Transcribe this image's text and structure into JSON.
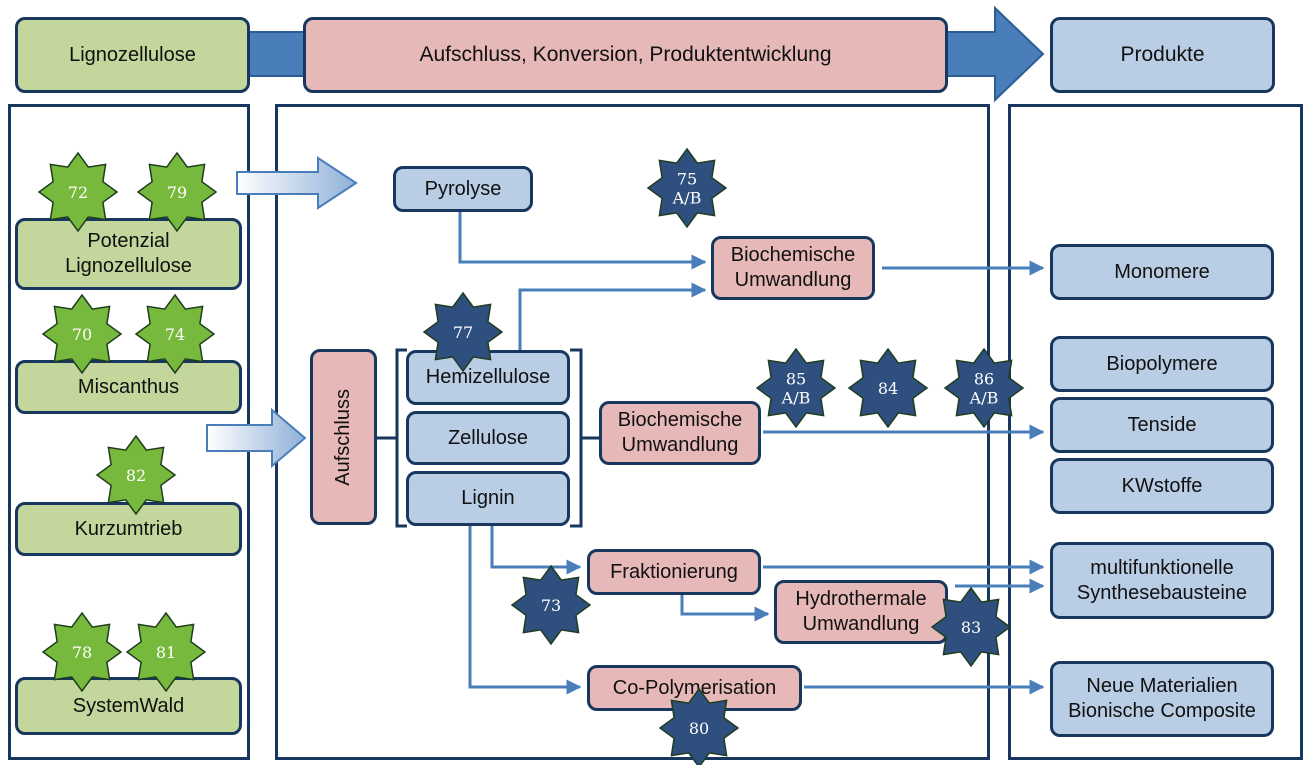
{
  "header": {
    "left": "Lignozellulose",
    "center": "Aufschluss, Konversion, Produktentwicklung",
    "right": "Produkte"
  },
  "sources": [
    {
      "label": "Potenzial\nLignozellulose",
      "badges": [
        "72",
        "79"
      ]
    },
    {
      "label": "Miscanthus",
      "badges": [
        "70",
        "74"
      ]
    },
    {
      "label": "Kurzumtrieb",
      "badges": [
        "82"
      ]
    },
    {
      "label": "SystemWald",
      "badges": [
        "78",
        "81"
      ]
    }
  ],
  "process": {
    "pyrolyse": "Pyrolyse",
    "aufschluss": "Aufschluss",
    "hemizellulose": "Hemizellulose",
    "zellulose": "Zellulose",
    "lignin": "Lignin",
    "biochem_top": "Biochemische\nUmwandlung",
    "biochem_mid": "Biochemische\nUmwandlung",
    "fraktionierung": "Fraktionierung",
    "hydrothermale": "Hydrothermale\nUmwandlung",
    "copolymerisation": "Co-Polymerisation"
  },
  "badges": {
    "b75": "75\nA/B",
    "b77": "77",
    "b85": "85\nA/B",
    "b84": "84",
    "b86": "86\nA/B",
    "b73": "73",
    "b83": "83",
    "b80": "80"
  },
  "products": {
    "monomere": "Monomere",
    "biopolymere": "Biopolymere",
    "tenside": "Tenside",
    "kwstoffe": "KWstoffe",
    "multifunktionelle": "multifunktionelle\nSynthesebausteine",
    "neue": "Neue Materialien\nBionische Composite"
  },
  "colors": {
    "source_green": "#c3d69b",
    "star_green": "#77b93c",
    "process_pink": "#e6b9b8",
    "box_blue": "#b9cde5",
    "arrow_blue": "#4a7ebb",
    "star_navy": "#2f4f7f",
    "border_navy": "#17375e"
  }
}
